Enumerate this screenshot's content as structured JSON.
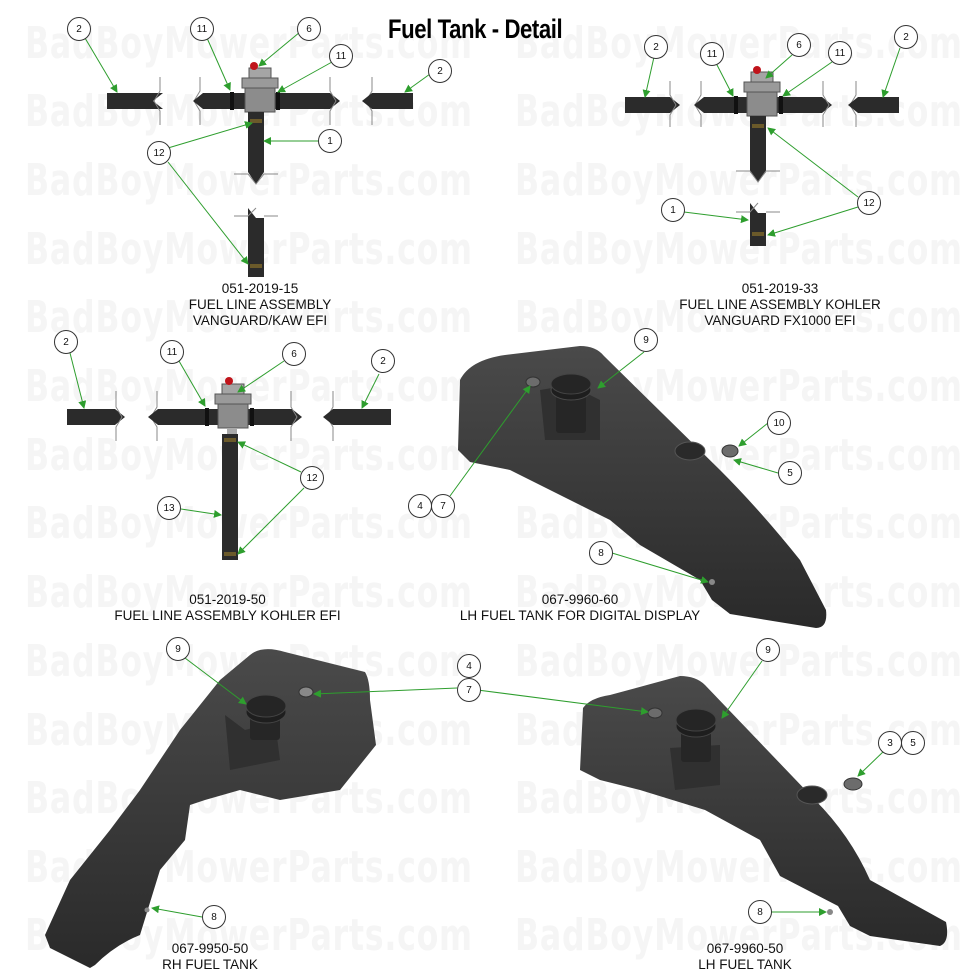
{
  "title": "Fuel Tank - Detail",
  "watermark": "BadBoyMowerParts.com",
  "colors": {
    "leader_line": "#2e9e2e",
    "hose": "#2b2b2b",
    "tank": "#3a3a3a",
    "fitting": "#8a8a8a",
    "valve_red": "#c0141b"
  },
  "assemblies": [
    {
      "part_number": "051-2019-15",
      "description_line1": "FUEL LINE ASSEMBLY",
      "description_line2": "VANGUARD/KAW EFI",
      "callouts": [
        "2",
        "11",
        "6",
        "11",
        "2",
        "12",
        "1"
      ]
    },
    {
      "part_number": "051-2019-33",
      "description_line1": "FUEL LINE ASSEMBLY KOHLER",
      "description_line2": "VANGUARD FX1000 EFI",
      "callouts": [
        "2",
        "11",
        "6",
        "11",
        "2",
        "12",
        "1"
      ]
    },
    {
      "part_number": "051-2019-50",
      "description_line1": "FUEL LINE ASSEMBLY KOHLER EFI",
      "callouts": [
        "2",
        "11",
        "6",
        "2",
        "12",
        "13"
      ]
    },
    {
      "part_number": "067-9960-60",
      "description_line1": "LH FUEL TANK FOR DIGITAL DISPLAY",
      "callouts": [
        "9",
        "10",
        "5",
        "4",
        "7",
        "8"
      ]
    },
    {
      "part_number": "067-9950-50",
      "description_line1": "RH FUEL TANK",
      "callouts": [
        "9",
        "4",
        "7",
        "8"
      ]
    },
    {
      "part_number": "067-9960-50",
      "description_line1": "LH FUEL TANK",
      "callouts": [
        "9",
        "3",
        "5",
        "8"
      ]
    }
  ],
  "callouts": {
    "a1_2a": "2",
    "a1_11a": "11",
    "a1_6": "6",
    "a1_11b": "11",
    "a1_2b": "2",
    "a1_12": "12",
    "a1_1": "1",
    "a2_2a": "2",
    "a2_11a": "11",
    "a2_6": "6",
    "a2_11b": "11",
    "a2_2b": "2",
    "a2_12": "12",
    "a2_1": "1",
    "a3_2a": "2",
    "a3_11": "11",
    "a3_6": "6",
    "a3_2b": "2",
    "a3_12": "12",
    "a3_13": "13",
    "t1_9": "9",
    "t1_10": "10",
    "t1_5": "5",
    "t1_4": "4",
    "t1_7": "7",
    "t1_8": "8",
    "t2_9": "9",
    "t2_4": "4",
    "t2_7": "7",
    "t2_8": "8",
    "t3_9": "9",
    "t3_3": "3",
    "t3_5": "5",
    "t3_8": "8"
  }
}
